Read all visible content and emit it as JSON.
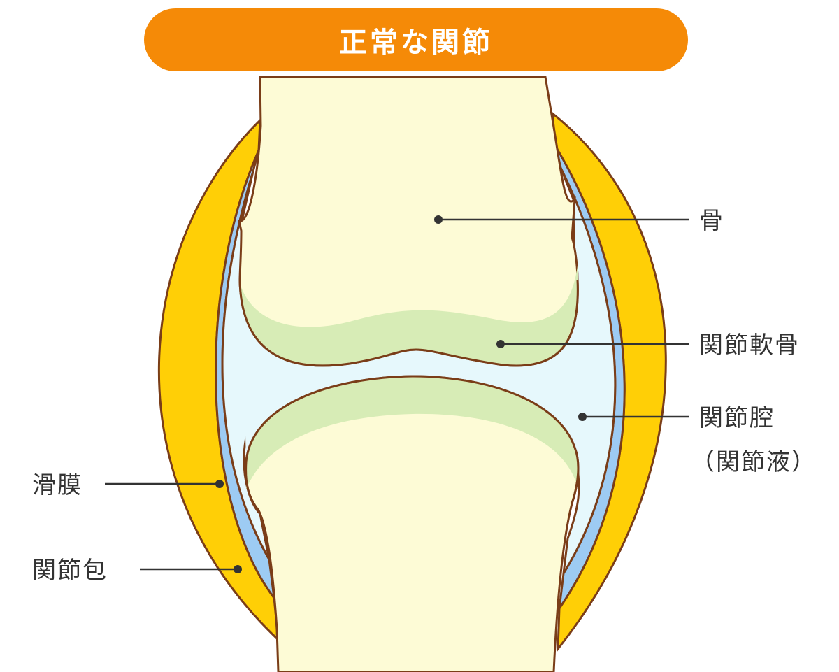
{
  "title": "正常な関節",
  "labels": {
    "bone": "骨",
    "cartilage": "関節軟骨",
    "cavity": "関節腔",
    "fluid": "（関節液）",
    "synovium": "滑膜",
    "capsule": "関節包"
  },
  "colors": {
    "title_bg": "#f58a07",
    "title_text": "#ffffff",
    "outline": "#7a3d18",
    "capsule": "#ffcf06",
    "synovium": "#9dcbf3",
    "cavity": "#e6f8fc",
    "bone": "#fdfbd6",
    "cartilage": "#d7ecb6",
    "label_text": "#333333",
    "leader": "#333333"
  }
}
